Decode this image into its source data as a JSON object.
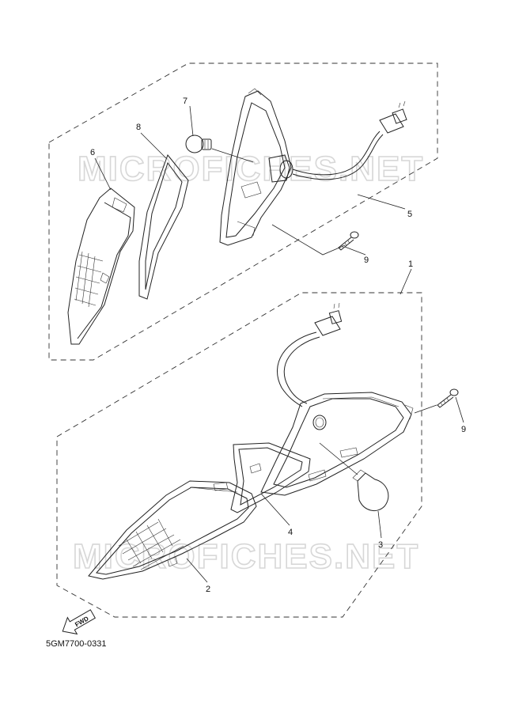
{
  "watermark": {
    "text": "MICROFICHES.NET"
  },
  "callouts": {
    "p1": "1",
    "p2": "2",
    "p3": "3",
    "p4": "4",
    "p5": "5",
    "p6": "6",
    "p7": "7",
    "p8": "8",
    "p9a": "9",
    "p9b": "9"
  },
  "fwd_label": "FWD",
  "diagram_code": "5GM7700-0331"
}
